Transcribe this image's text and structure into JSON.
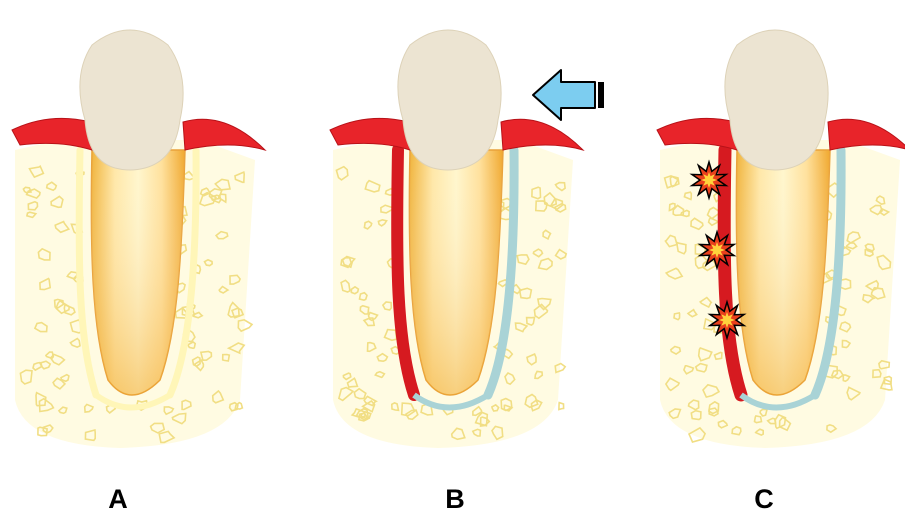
{
  "panels": [
    {
      "label": "A",
      "state": "healthy"
    },
    {
      "label": "B",
      "state": "force-applied"
    },
    {
      "label": "C",
      "state": "compression-damage"
    }
  ],
  "colors": {
    "gum": "#e8242a",
    "crown": "#ece4d2",
    "root_light": "#fff4c0",
    "root_dark": "#f0b33a",
    "bone_fill": "#fffbe2",
    "bone_outline": "#f1de84",
    "ligament_healthy": "#fff6b8",
    "ligament_stretched": "#a9d3d6",
    "ligament_compressed": "#d61a20",
    "arrow": "#7ccdf0",
    "burst": "#e9401c",
    "label_text": "#000000"
  },
  "icons": [
    "force-arrow-icon",
    "damage-burst-icon"
  ]
}
